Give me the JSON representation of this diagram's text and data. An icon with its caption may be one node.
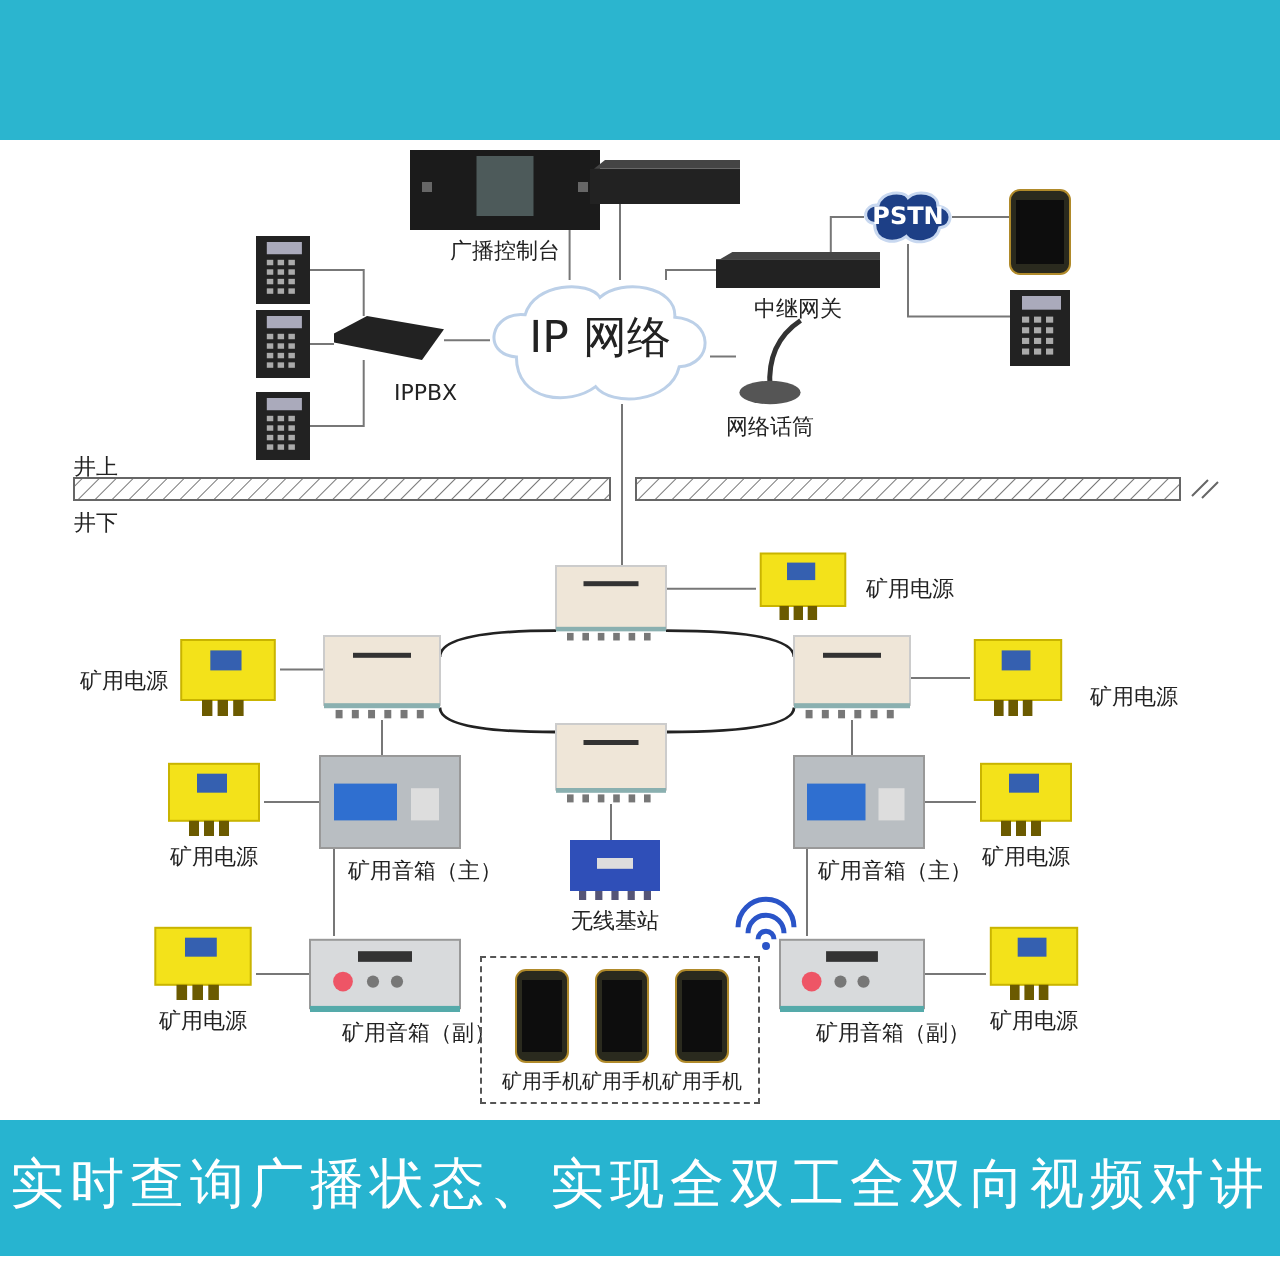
{
  "diagram": {
    "caption": "实时查询广播状态、实现全双工全双向视频对讲",
    "nodes": [
      {
        "text": [
          "广播控制台"
        ]
      },
      {
        "text": [],
        "shape": "picture"
      },
      {
        "text": [
          "IP 网络"
        ]
      },
      {
        "text": [
          "中继网关"
        ]
      },
      {
        "text": [
          "PSTN"
        ]
      },
      {
        "text": [],
        "shape": "picture"
      },
      {
        "text": [],
        "shape": "picture"
      },
      {
        "text": [],
        "shape": "picture"
      },
      {
        "text": [],
        "shape": "picture"
      },
      {
        "text": [],
        "shape": "picture"
      },
      {
        "text": [
          "IPPBX"
        ]
      },
      {
        "text": [
          "网络话筒"
        ]
      },
      {
        "text": [],
        "shape": "picture"
      },
      {
        "text": [],
        "shape": "picture"
      },
      {
        "text": [],
        "shape": "picture"
      },
      {
        "text": [],
        "shape": "picture"
      },
      {
        "text": [
          "无线基站"
        ]
      },
      {
        "text": [
          "矿用音箱（主）"
        ]
      },
      {
        "text": [
          "矿用音箱（主）"
        ]
      },
      {
        "text": [
          "矿用音箱（副）"
        ]
      },
      {
        "text": [
          "矿用音箱（副）"
        ]
      },
      {
        "text": [
          "矿用电源"
        ]
      },
      {
        "text": [
          "矿用电源"
        ]
      },
      {
        "text": [
          "矿用电源"
        ]
      },
      {
        "text": [
          "矿用电源"
        ]
      },
      {
        "text": [
          "矿用电源"
        ]
      },
      {
        "text": [
          "矿用电源"
        ]
      },
      {
        "text": [
          "矿用电源"
        ]
      },
      {
        "text": [],
        "shape": "box"
      },
      {
        "text": [
          "矿用手机"
        ],
        "in": 28
      },
      {
        "text": [
          "矿用手机"
        ],
        "in": 28
      },
      {
        "text": [
          "矿用手机"
        ],
        "in": 28
      }
    ],
    "edges": [
      {
        "from": 7,
        "to": 10,
        "arrow": "none"
      },
      {
        "from": 8,
        "to": 10,
        "arrow": "none"
      },
      {
        "from": 9,
        "to": 10,
        "arrow": "none"
      },
      {
        "from": 10,
        "to": 2,
        "arrow": "none"
      },
      {
        "from": 0,
        "to": 2,
        "arrow": "none"
      },
      {
        "from": 1,
        "to": 2,
        "arrow": "none"
      },
      {
        "from": 3,
        "to": 2,
        "arrow": "none"
      },
      {
        "from": 3,
        "to": 4,
        "arrow": "none"
      },
      {
        "from": 4,
        "to": 5,
        "arrow": "none"
      },
      {
        "from": 4,
        "to": 6,
        "arrow": "none"
      },
      {
        "from": 11,
        "to": 2,
        "arrow": "none"
      },
      {
        "from": 2,
        "to": 12,
        "arrow": "none"
      },
      {
        "from": 12,
        "to": 14,
        "arrow": "none"
      },
      {
        "from": 14,
        "to": 15,
        "arrow": "none"
      },
      {
        "from": 15,
        "to": 13,
        "arrow": "none"
      },
      {
        "from": 13,
        "to": 12,
        "arrow": "none"
      },
      {
        "from": 12,
        "to": 21,
        "arrow": "none"
      },
      {
        "from": 13,
        "to": 22,
        "arrow": "none"
      },
      {
        "from": 14,
        "to": 23,
        "arrow": "none"
      },
      {
        "from": 13,
        "to": 17,
        "arrow": "none"
      },
      {
        "from": 14,
        "to": 18,
        "arrow": "none"
      },
      {
        "from": 17,
        "to": 24,
        "arrow": "none"
      },
      {
        "from": 18,
        "to": 25,
        "arrow": "none"
      },
      {
        "from": 17,
        "to": 19,
        "arrow": "none"
      },
      {
        "from": 18,
        "to": 20,
        "arrow": "none"
      },
      {
        "from": 19,
        "to": 26,
        "arrow": "none"
      },
      {
        "from": 20,
        "to": 27,
        "arrow": "none"
      },
      {
        "from": 15,
        "to": 16,
        "arrow": "none"
      }
    ],
    "labels": [
      "井上",
      "井下"
    ]
  }
}
